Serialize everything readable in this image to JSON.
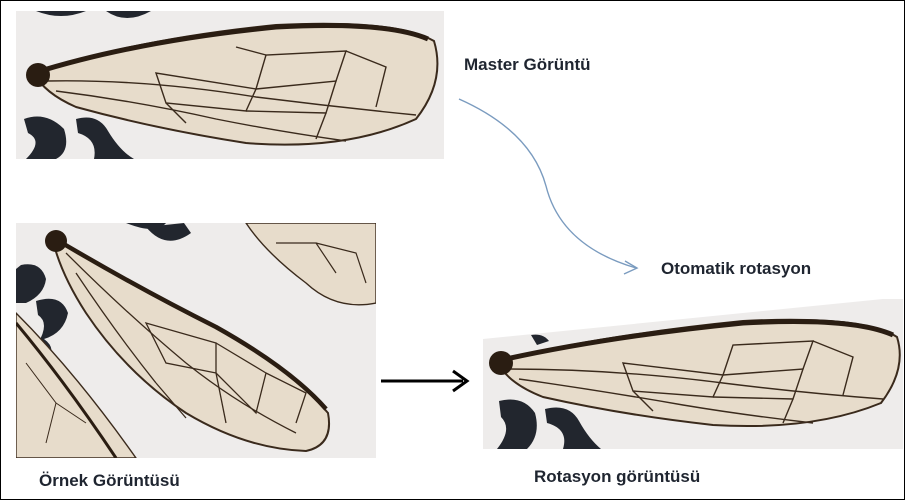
{
  "labels": {
    "master": "Master Görüntü",
    "auto_rotation": "Otomatik rotasyon",
    "sample": "Örnek Görüntüsü",
    "rotation": "Rotasyon görüntüsü"
  },
  "colors": {
    "curve_arrow": "#7a9bbf",
    "straight_arrow": "#000000",
    "background": "#ffffff",
    "photo_bg": "#eeeceb",
    "vein": "#3a2a1c",
    "membrane": "#e7dccb",
    "marker_ink": "#22262e"
  },
  "images": [
    {
      "name": "master-wing-photo",
      "description": "insect wing photo"
    },
    {
      "name": "sample-wing-photo",
      "description": "insect wing photo"
    },
    {
      "name": "rotated-wing-photo",
      "description": "insect wing photo"
    }
  ]
}
